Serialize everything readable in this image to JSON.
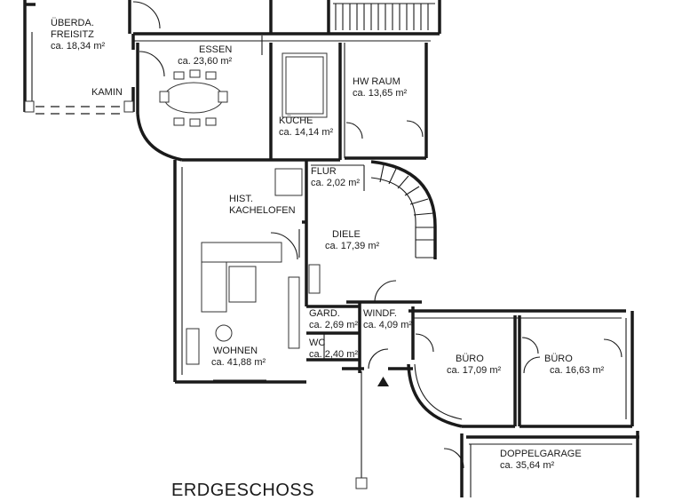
{
  "plan": {
    "title": "ERDGESCHOSS",
    "rooms": {
      "freisitz": {
        "name": "ÜBERDA.",
        "name2": "FREISITZ",
        "area": "ca. 18,34 m²"
      },
      "kamin": {
        "name": "KAMIN"
      },
      "essen": {
        "name": "ESSEN",
        "area": "ca. 23,60 m²"
      },
      "kueche": {
        "name": "KÜCHE",
        "area": "ca. 14,14 m²"
      },
      "hw": {
        "name": "HW RAUM",
        "area": "ca. 13,65 m²"
      },
      "flur": {
        "name": "FLUR",
        "area": "ca. 2,02 m²"
      },
      "kachelofen": {
        "name": "HIST.",
        "name2": "KACHELOFEN"
      },
      "diele": {
        "name": "DIELE",
        "area": "ca. 17,39 m²"
      },
      "gard": {
        "name": "GARD.",
        "area": "ca. 2,69 m²"
      },
      "windf": {
        "name": "WINDF.",
        "area": "ca. 4,09 m²"
      },
      "wc": {
        "name": "WC",
        "area": "ca. 2,40 m²"
      },
      "wohnen": {
        "name": "WOHNEN",
        "area": "ca. 41,88 m²"
      },
      "buero1": {
        "name": "BÜRO",
        "area": "ca. 17,09 m²"
      },
      "buero2": {
        "name": "BÜRO",
        "area": "ca. 16,63 m²"
      },
      "garage": {
        "name": "DOPPELGARAGE",
        "area": "ca. 35,64 m²"
      }
    },
    "entrance_icon": "entrance-arrow-icon"
  }
}
